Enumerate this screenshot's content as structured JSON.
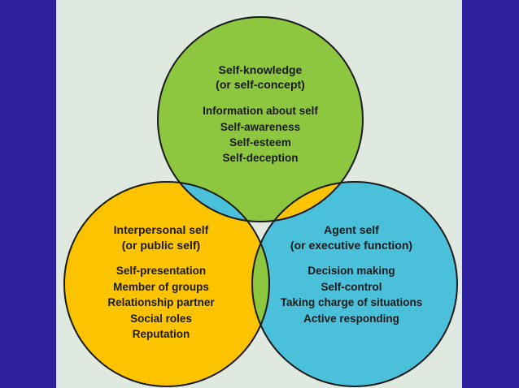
{
  "colors": {
    "background": "#2e1f9c",
    "panel": "#dfe9df",
    "self_knowledge": "#8dc63f",
    "interpersonal": "#fcc400",
    "agent": "#4bc0da",
    "outline": "#1a1a1a"
  },
  "circles": {
    "self_knowledge": {
      "title_line1": "Self-knowledge",
      "title_line2": "(or self-concept)",
      "items": [
        "Information about self",
        "Self-awareness",
        "Self-esteem",
        "Self-deception"
      ]
    },
    "interpersonal": {
      "title_line1": "Interpersonal self",
      "title_line2": "(or public self)",
      "items": [
        "Self-presentation",
        "Member of groups",
        "Relationship partner",
        "Social roles",
        "Reputation"
      ]
    },
    "agent": {
      "title_line1": "Agent self",
      "title_line2": "(or executive function)",
      "items": [
        "Decision making",
        "Self-control",
        "Taking charge of situations",
        "Active responding"
      ]
    }
  }
}
